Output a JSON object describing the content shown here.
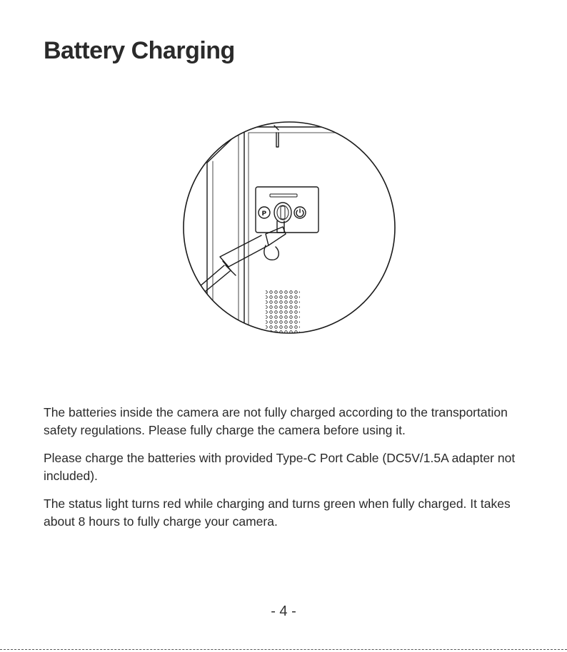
{
  "page": {
    "title": "Battery Charging",
    "paragraphs": [
      "The batteries inside the camera are not fully charged according to the transportation safety regulations. Please fully charge the camera before using it.",
      "Please charge the batteries with provided Type-C Port Cable (DC5V/1.5A adapter not included).",
      "The status light turns red while charging and turns green when fully charged. It takes about 8 hours to fully charge your camera."
    ],
    "page_number": "- 4 -"
  },
  "illustration": {
    "button_left_label": "P",
    "line_color": "#1a1a1a"
  }
}
